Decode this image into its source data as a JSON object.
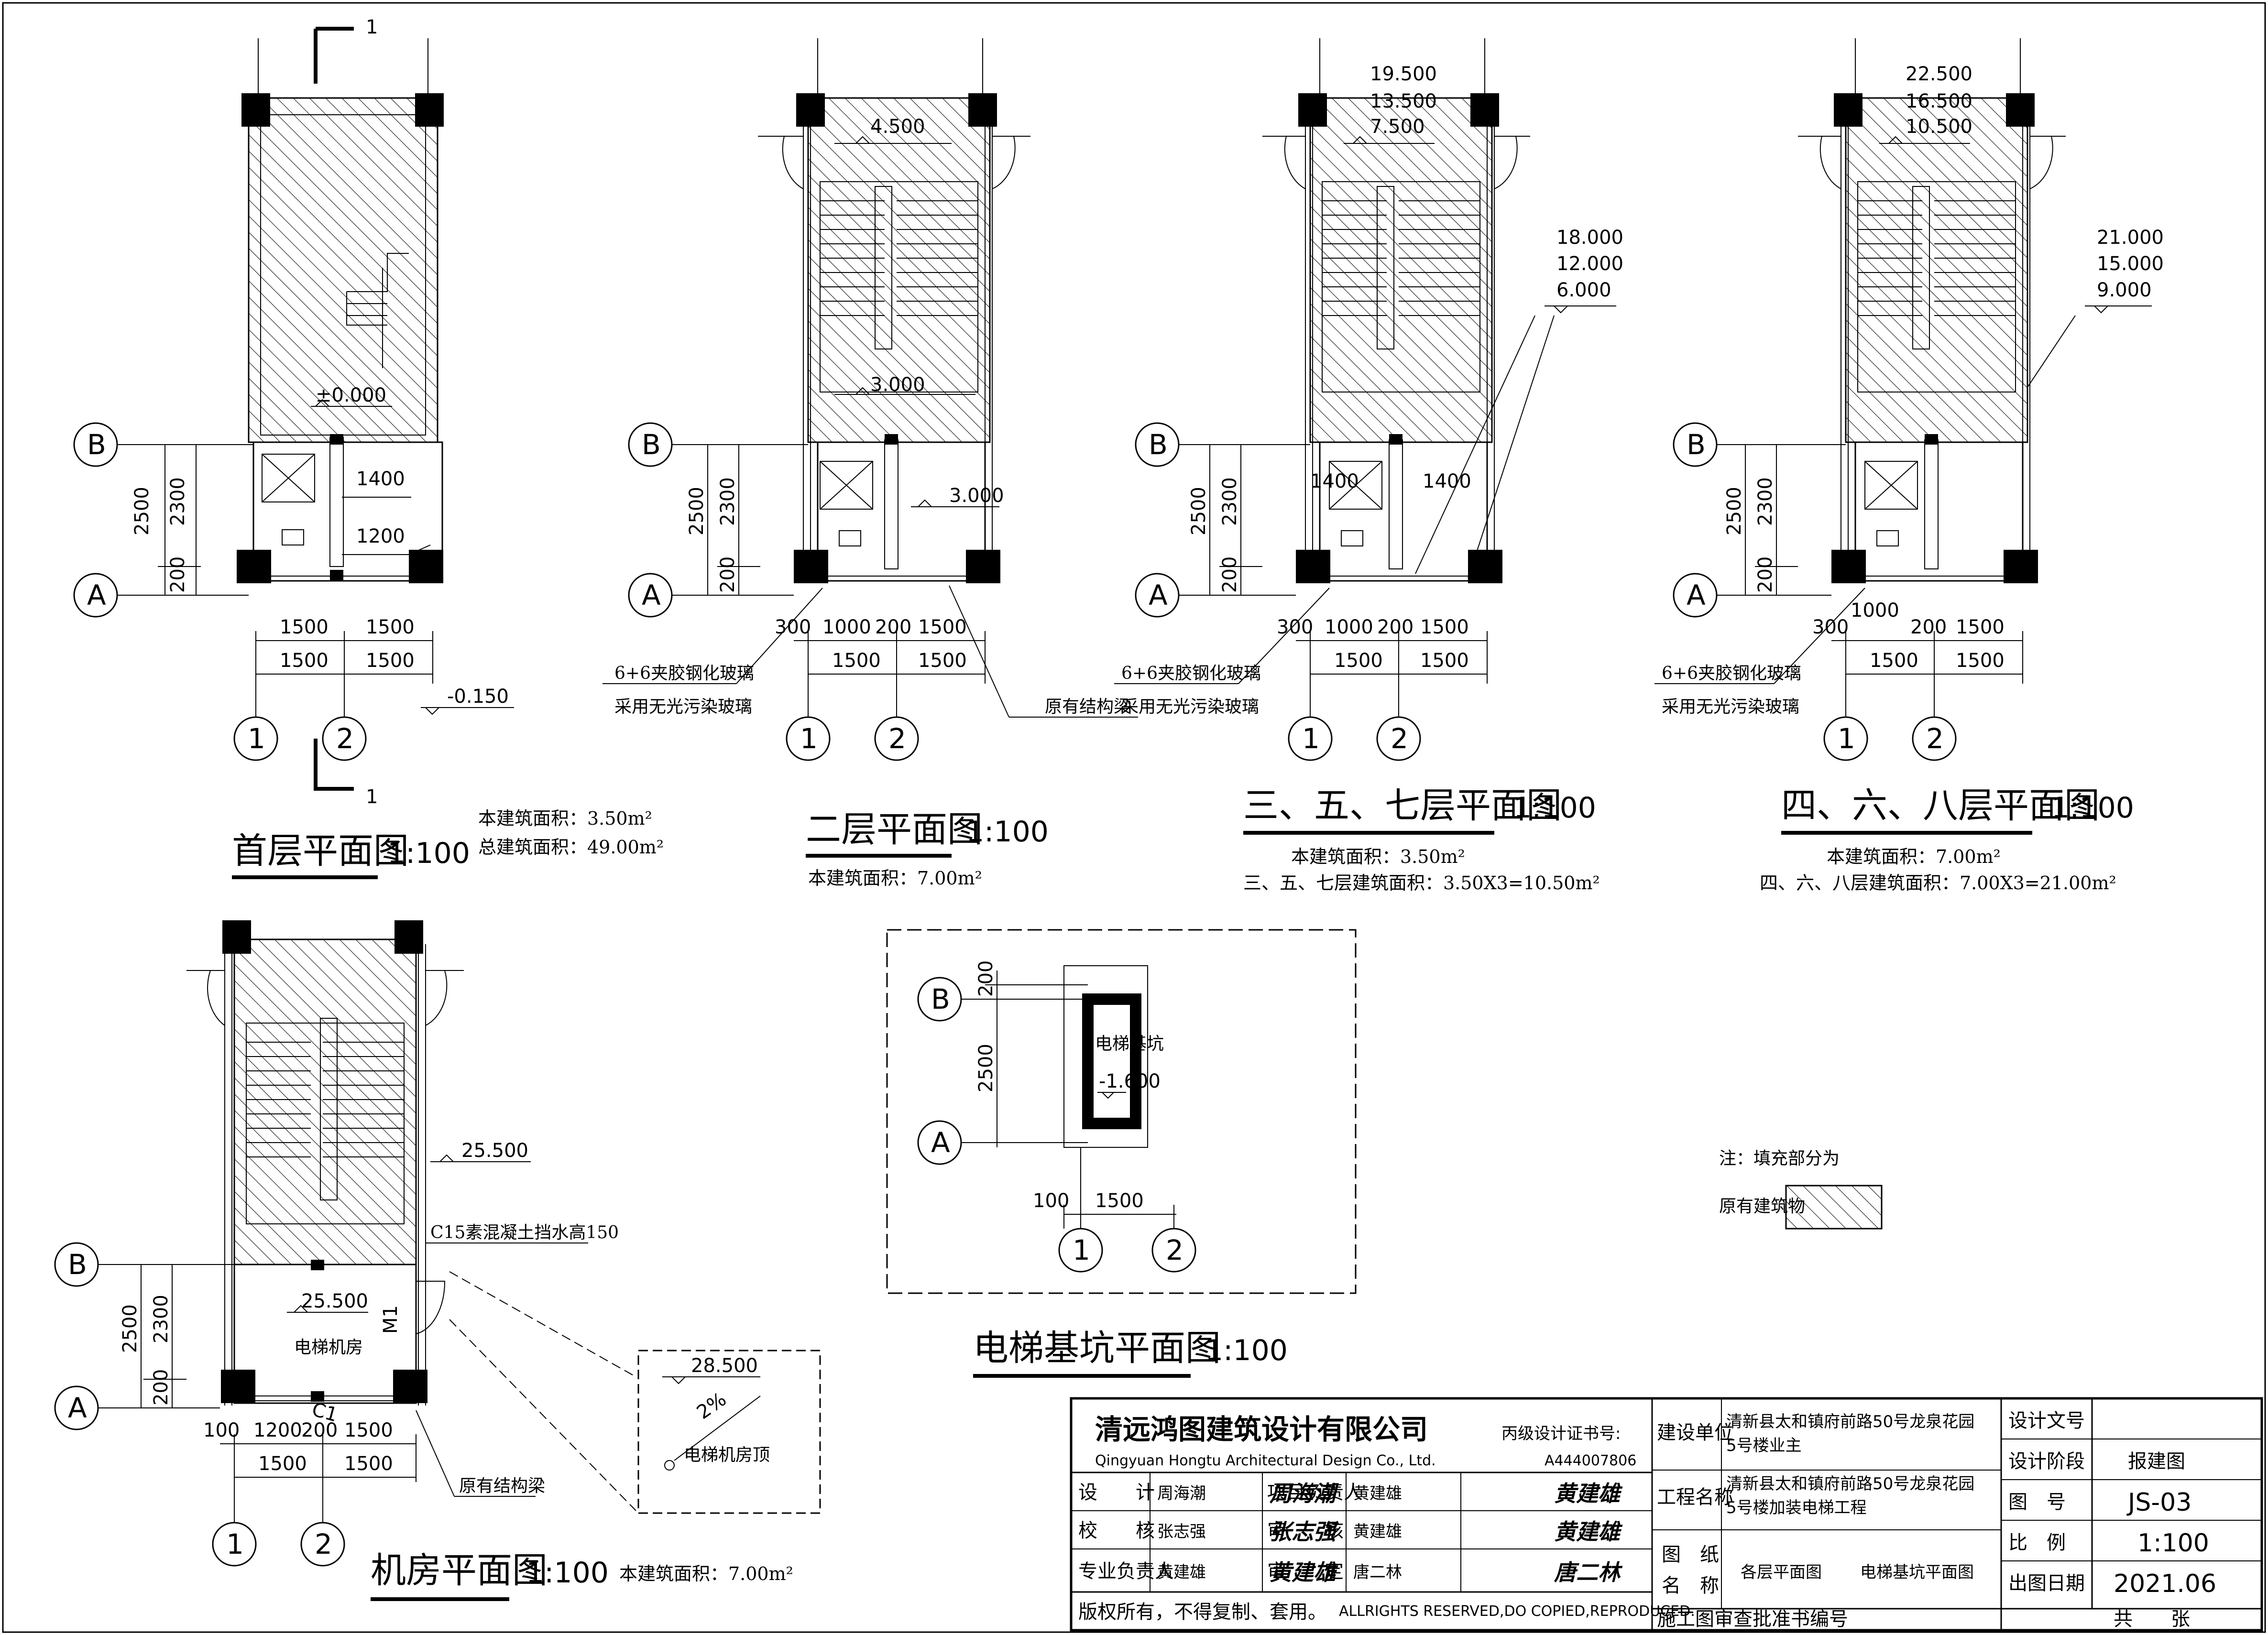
{
  "plans": {
    "p1": {
      "title": "首层平面图",
      "scale": "1:100",
      "area1": "本建筑面积：3.50m²",
      "area2": "总建筑面积：49.00m²",
      "lv": "±0.000",
      "lv2": "-0.150",
      "d1": "1400",
      "d2": "1200",
      "d3": "1500",
      "d4": "1500",
      "d5": "1500",
      "d6": "1500",
      "v1": "2500",
      "v2": "2300",
      "v3": "200",
      "section": "1"
    },
    "p2": {
      "title": "二层平面图",
      "scale": "1:100",
      "area1": "本建筑面积：7.00m²",
      "lv1": "4.500",
      "lv2": "3.000",
      "lv3": "3.000",
      "d1": "300",
      "d2": "1000",
      "d3": "200",
      "d4": "1500",
      "d5": "1500",
      "d6": "1500",
      "v1": "2500",
      "v2": "2300",
      "v3": "200",
      "note1": "6+6夹胶钢化玻璃",
      "note2": "采用无光污染玻璃",
      "note3": "原有结构梁"
    },
    "p3": {
      "title": "三、五、七层平面图",
      "scale": "1:100",
      "area1": "本建筑面积：3.50m²",
      "area2": "三、五、七层建筑面积：3.50X3=10.50m²",
      "lvs": [
        "19.500",
        "13.500",
        "7.500"
      ],
      "lvs2": [
        "18.000",
        "12.000",
        "6.000"
      ],
      "d0": "1400",
      "d00": "1400",
      "d1": "300",
      "d2": "1000",
      "d3": "200",
      "d4": "1500",
      "d5": "1500",
      "d6": "1500",
      "v1": "2500",
      "v2": "2300",
      "v3": "200",
      "note1": "6+6夹胶钢化玻璃",
      "note2": "采用无光污染玻璃"
    },
    "p4": {
      "title": "四、六、八层平面图",
      "scale": "1:100",
      "area1": "本建筑面积：7.00m²",
      "area2": "四、六、八层建筑面积：7.00X3=21.00m²",
      "lvs": [
        "22.500",
        "16.500",
        "10.500"
      ],
      "lvs2": [
        "21.000",
        "15.000",
        "9.000"
      ],
      "d1": "300",
      "d2": "1000",
      "d3": "200",
      "d4": "1500",
      "d5": "1500",
      "d6": "1500",
      "v1": "2500",
      "v2": "2300",
      "v3": "200",
      "note1": "6+6夹胶钢化玻璃",
      "note2": "采用无光污染玻璃"
    },
    "p5": {
      "title": "机房平面图",
      "scale": "1:100",
      "area1": "本建筑面积：7.00m²",
      "lv1": "25.500",
      "lv2": "25.500",
      "note1": "C15素混凝土挡水高150",
      "room": "电梯机房",
      "door": "M1",
      "win": "C1",
      "beam": "原有结构梁",
      "d1": "100",
      "d2": "1200",
      "d3": "200",
      "d4": "1500",
      "d5": "1500",
      "d6": "1500",
      "v1": "2500",
      "v2": "2300",
      "v3": "200",
      "detail_lv": "28.500",
      "detail_slope": "2%",
      "detail_name": "电梯机房顶"
    },
    "p6": {
      "title": "电梯基坑平面图",
      "scale": "1:100",
      "pit": "电梯基坑",
      "lv": "-1.600",
      "v1": "200",
      "v2": "2500",
      "d1": "100",
      "d2": "1500"
    }
  },
  "grid": {
    "A": "A",
    "B": "B",
    "c1": "1",
    "c2": "2"
  },
  "legend": {
    "note": "注：填充部分为",
    "label": "原有建筑物"
  },
  "titleblock": {
    "company": "清远鸿图建筑设计有限公司",
    "company_en": "Qingyuan  Hongtu Architectural Design Co., Ltd.",
    "cert_label": "丙级设计证书号:",
    "cert_no": "A444007806",
    "r_design": "设　　计",
    "r_design_name": "周海潮",
    "r_pm": "项目负责人",
    "r_pm_name": "黄建雄",
    "r_check": "校　　核",
    "r_check_name": "张志强",
    "r_review": "审　　核",
    "r_review_name": "黄建雄",
    "r_spec": "专业负责人",
    "r_spec_name": "黄建雄",
    "r_approve": "审　　定",
    "r_approve_name": "唐二林",
    "copyright": "版权所有，不得复制、套用。",
    "copyright_en": "ALLRIGHTS RESERVED,DO COPIED,REPRODUCED.",
    "client_label": "建设单位",
    "client": [
      "清新县太和镇府前路50号龙泉花园",
      "5号楼业主"
    ],
    "project_label": "工程名称",
    "project": [
      "清新县太和镇府前路50号龙泉花园",
      "5号楼加装电梯工程"
    ],
    "drawing_label1": "图　纸",
    "drawing_label2": "名　称",
    "drawing1": "各层平面图",
    "drawing2": "电梯基坑平面图",
    "review_no": "施工图审查批准书编号",
    "doc_label": "设计文号",
    "doc": "",
    "stage_label": "设计阶段",
    "stage": "报建图",
    "no_label": "图　号",
    "no": "JS-03",
    "scale_label": "比　例",
    "scale": "1:100",
    "date_label": "出图日期",
    "date": "2021.06",
    "total": "共　　张"
  },
  "signatures": [
    "周海潮",
    "张志强",
    "黄建雄",
    "黄建雄",
    "黄建雄",
    "唐二林"
  ]
}
